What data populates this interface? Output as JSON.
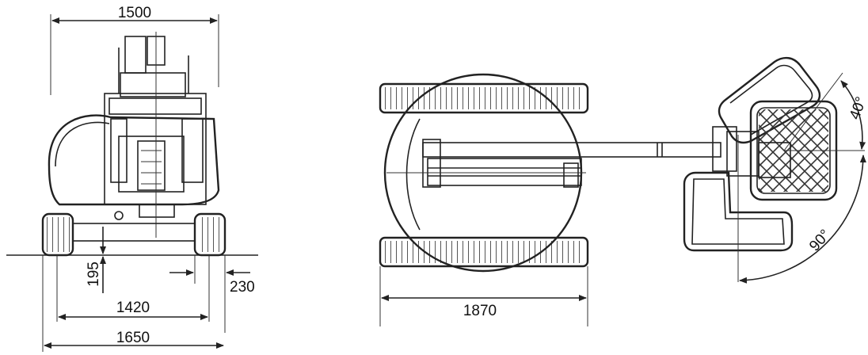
{
  "front_view": {
    "dim_top_width": "1500",
    "dim_ground_clearance": "195",
    "dim_track_width": "230",
    "dim_track_gauge": "1420",
    "dim_overall_width": "1650"
  },
  "top_view": {
    "dim_track_length": "1870",
    "angle_basket": "40°",
    "angle_swing": "90°"
  }
}
